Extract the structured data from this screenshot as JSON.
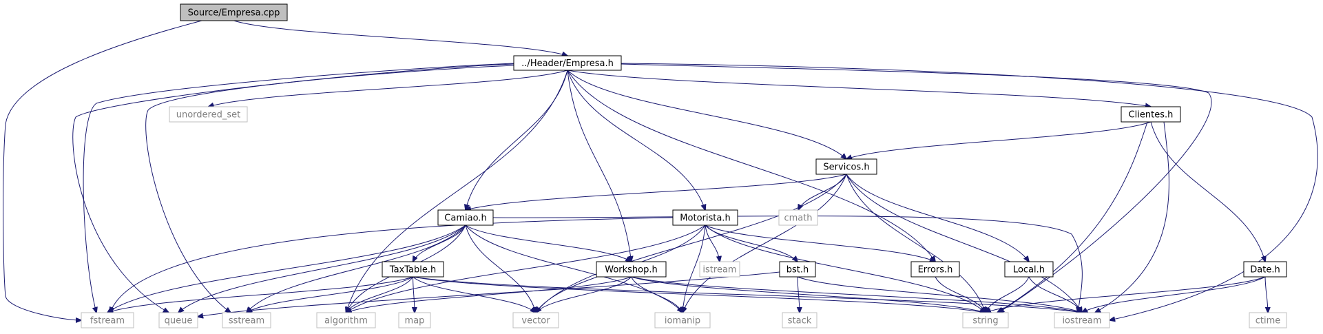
{
  "diagram": {
    "colors": {
      "edge": "#191970",
      "box_border_internal": "#000000",
      "box_border_external": "#bfbfbf",
      "root_fill": "#bfbfbf",
      "text_internal": "#000000",
      "text_external": "#808080"
    },
    "nodes": [
      {
        "id": "empresa_cpp",
        "label": "Source/Empresa.cpp",
        "kind": "root"
      },
      {
        "id": "empresa_h",
        "label": "../Header/Empresa.h",
        "kind": "internal"
      },
      {
        "id": "unordered_set",
        "label": "unordered_set",
        "kind": "external"
      },
      {
        "id": "clientes_h",
        "label": "Clientes.h",
        "kind": "internal"
      },
      {
        "id": "servicos_h",
        "label": "Servicos.h",
        "kind": "internal"
      },
      {
        "id": "cmath",
        "label": "cmath",
        "kind": "external"
      },
      {
        "id": "camiao_h",
        "label": "Camiao.h",
        "kind": "internal"
      },
      {
        "id": "motorista_h",
        "label": "Motorista.h",
        "kind": "internal"
      },
      {
        "id": "istream",
        "label": "istream",
        "kind": "external"
      },
      {
        "id": "taxtable_h",
        "label": "TaxTable.h",
        "kind": "internal"
      },
      {
        "id": "workshop_h",
        "label": "Workshop.h",
        "kind": "internal"
      },
      {
        "id": "bst_h",
        "label": "bst.h",
        "kind": "internal"
      },
      {
        "id": "errors_h",
        "label": "Errors.h",
        "kind": "internal"
      },
      {
        "id": "local_h",
        "label": "Local.h",
        "kind": "internal"
      },
      {
        "id": "date_h",
        "label": "Date.h",
        "kind": "internal"
      },
      {
        "id": "fstream",
        "label": "fstream",
        "kind": "external"
      },
      {
        "id": "queue",
        "label": "queue",
        "kind": "external"
      },
      {
        "id": "sstream",
        "label": "sstream",
        "kind": "external"
      },
      {
        "id": "algorithm",
        "label": "algorithm",
        "kind": "external"
      },
      {
        "id": "map",
        "label": "map",
        "kind": "external"
      },
      {
        "id": "vector",
        "label": "vector",
        "kind": "external"
      },
      {
        "id": "iomanip",
        "label": "iomanip",
        "kind": "external"
      },
      {
        "id": "stack",
        "label": "stack",
        "kind": "external"
      },
      {
        "id": "string",
        "label": "string",
        "kind": "external"
      },
      {
        "id": "iostream",
        "label": "iostream",
        "kind": "external"
      },
      {
        "id": "ctime",
        "label": "ctime",
        "kind": "external"
      }
    ],
    "edges": [
      {
        "from": "empresa_cpp",
        "to": "empresa_h"
      },
      {
        "from": "empresa_cpp",
        "to": "fstream"
      },
      {
        "from": "empresa_h",
        "to": "unordered_set"
      },
      {
        "from": "empresa_h",
        "to": "clientes_h"
      },
      {
        "from": "empresa_h",
        "to": "servicos_h"
      },
      {
        "from": "empresa_h",
        "to": "camiao_h"
      },
      {
        "from": "empresa_h",
        "to": "motorista_h"
      },
      {
        "from": "empresa_h",
        "to": "workshop_h"
      },
      {
        "from": "empresa_h",
        "to": "errors_h"
      },
      {
        "from": "empresa_h",
        "to": "fstream"
      },
      {
        "from": "empresa_h",
        "to": "queue"
      },
      {
        "from": "empresa_h",
        "to": "sstream"
      },
      {
        "from": "empresa_h",
        "to": "algorithm"
      },
      {
        "from": "empresa_h",
        "to": "string"
      },
      {
        "from": "empresa_h",
        "to": "iostream"
      },
      {
        "from": "clientes_h",
        "to": "servicos_h"
      },
      {
        "from": "clientes_h",
        "to": "date_h"
      },
      {
        "from": "clientes_h",
        "to": "string"
      },
      {
        "from": "clientes_h",
        "to": "iostream"
      },
      {
        "from": "servicos_h",
        "to": "cmath"
      },
      {
        "from": "servicos_h",
        "to": "camiao_h"
      },
      {
        "from": "servicos_h",
        "to": "local_h"
      },
      {
        "from": "servicos_h",
        "to": "vector"
      },
      {
        "from": "servicos_h",
        "to": "iomanip"
      },
      {
        "from": "servicos_h",
        "to": "string"
      },
      {
        "from": "servicos_h",
        "to": "iostream"
      },
      {
        "from": "camiao_h",
        "to": "taxtable_h"
      },
      {
        "from": "camiao_h",
        "to": "workshop_h"
      },
      {
        "from": "camiao_h",
        "to": "fstream"
      },
      {
        "from": "camiao_h",
        "to": "queue"
      },
      {
        "from": "camiao_h",
        "to": "sstream"
      },
      {
        "from": "camiao_h",
        "to": "algorithm"
      },
      {
        "from": "camiao_h",
        "to": "vector"
      },
      {
        "from": "camiao_h",
        "to": "iomanip"
      },
      {
        "from": "camiao_h",
        "to": "iostream"
      },
      {
        "from": "motorista_h",
        "to": "istream"
      },
      {
        "from": "motorista_h",
        "to": "bst_h"
      },
      {
        "from": "motorista_h",
        "to": "errors_h"
      },
      {
        "from": "motorista_h",
        "to": "fstream"
      },
      {
        "from": "motorista_h",
        "to": "algorithm"
      },
      {
        "from": "motorista_h",
        "to": "vector"
      },
      {
        "from": "motorista_h",
        "to": "iomanip"
      },
      {
        "from": "motorista_h",
        "to": "string"
      },
      {
        "from": "taxtable_h",
        "to": "fstream"
      },
      {
        "from": "taxtable_h",
        "to": "sstream"
      },
      {
        "from": "taxtable_h",
        "to": "algorithm"
      },
      {
        "from": "taxtable_h",
        "to": "map"
      },
      {
        "from": "taxtable_h",
        "to": "vector"
      },
      {
        "from": "taxtable_h",
        "to": "string"
      },
      {
        "from": "taxtable_h",
        "to": "iostream"
      },
      {
        "from": "workshop_h",
        "to": "algorithm"
      },
      {
        "from": "workshop_h",
        "to": "vector"
      },
      {
        "from": "workshop_h",
        "to": "iomanip"
      },
      {
        "from": "workshop_h",
        "to": "string"
      },
      {
        "from": "workshop_h",
        "to": "iostream"
      },
      {
        "from": "bst_h",
        "to": "queue"
      },
      {
        "from": "bst_h",
        "to": "stack"
      },
      {
        "from": "bst_h",
        "to": "iostream"
      },
      {
        "from": "errors_h",
        "to": "string"
      },
      {
        "from": "local_h",
        "to": "string"
      },
      {
        "from": "local_h",
        "to": "iostream"
      },
      {
        "from": "date_h",
        "to": "ctime"
      },
      {
        "from": "date_h",
        "to": "string"
      },
      {
        "from": "date_h",
        "to": "iostream"
      }
    ]
  }
}
